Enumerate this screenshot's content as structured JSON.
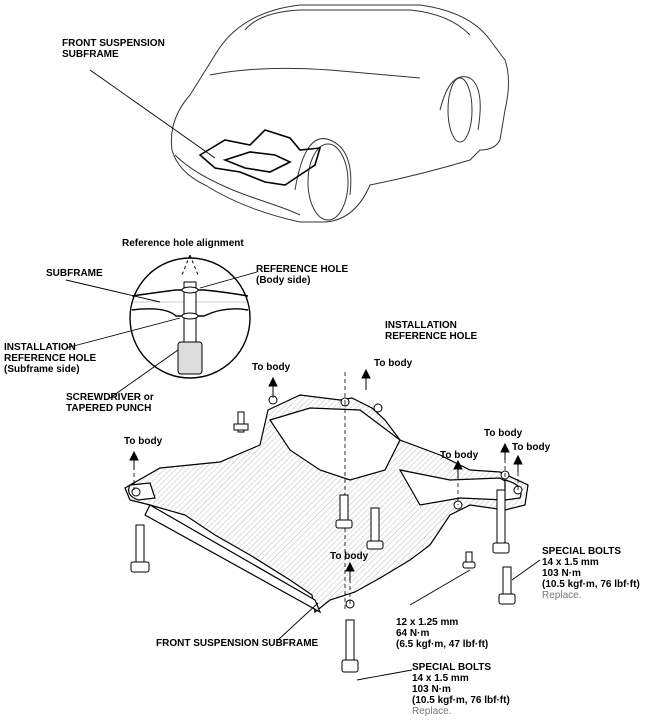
{
  "labels": {
    "front_subframe_top_1": "FRONT SUSPENSION",
    "front_subframe_top_2": "SUBFRAME",
    "ref_align_title": "Reference hole alignment",
    "subframe": "SUBFRAME",
    "ref_hole_1": "REFERENCE HOLE",
    "ref_hole_2": "(Body side)",
    "install_ref_left_1": "INSTALLATION",
    "install_ref_left_2": "REFERENCE HOLE",
    "install_ref_left_3": "(Subframe side)",
    "screwdriver_1": "SCREWDRIVER or",
    "screwdriver_2": "TAPERED PUNCH",
    "install_ref_right_1": "INSTALLATION",
    "install_ref_right_2": "REFERENCE HOLE",
    "to_body": "To body",
    "special_bolts_right": [
      "SPECIAL BOLTS",
      "14 x 1.5 mm",
      "103 N·m",
      "(10.5 kgf·m, 76 lbf·ft)",
      "Replace."
    ],
    "mid_bolt": [
      "12 x 1.25 mm",
      "64 N·m",
      "(6.5 kgf·m, 47 lbf·ft)"
    ],
    "front_subframe_bottom": "FRONT SUSPENSION SUBFRAME",
    "special_bolts_bottom": [
      "SPECIAL BOLTS",
      "14 x 1.5 mm",
      "103 N·m",
      "(10.5 kgf·m, 76 lbf·ft)",
      "Replace."
    ]
  }
}
